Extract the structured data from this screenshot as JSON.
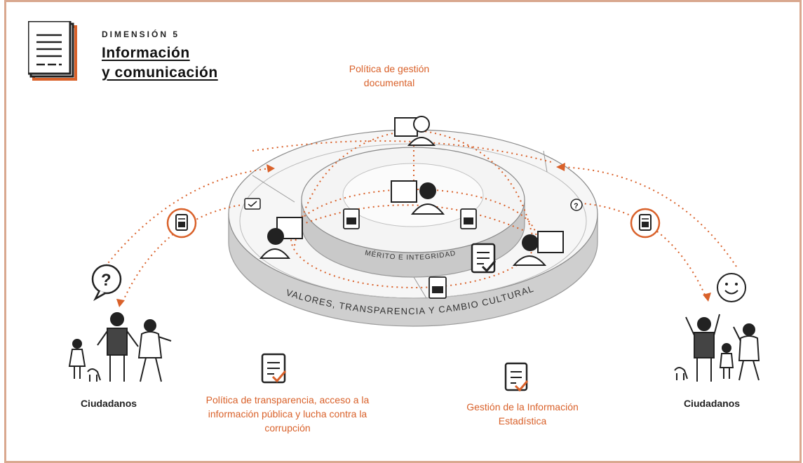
{
  "header": {
    "dimension_label": "DIMENSIÓN 5",
    "title_line1": "Información",
    "title_line2": "y comunicación"
  },
  "labels": {
    "gestion_documental": "Política de gestión documental",
    "transparencia": "Política de transparencia, acceso a la información pública y lucha contra la corrupción",
    "estadistica": "Gestión de la Información Estadística",
    "ciudadanos_left": "Ciudadanos",
    "ciudadanos_right": "Ciudadanos",
    "inner_ring": "MÉRITO E INTEGRIDAD",
    "outer_ring": "VALORES, TRANSPARENCIA Y CAMBIO CULTURAL"
  },
  "icons": {
    "question": "?",
    "document": "document-icon",
    "checklist": "checklist-icon",
    "smiley": "smiley-icon"
  },
  "colors": {
    "accent": "#d9612a",
    "ink": "#222222",
    "ring_side": "#cfcfcf",
    "ring_top": "#f4f4f4"
  }
}
